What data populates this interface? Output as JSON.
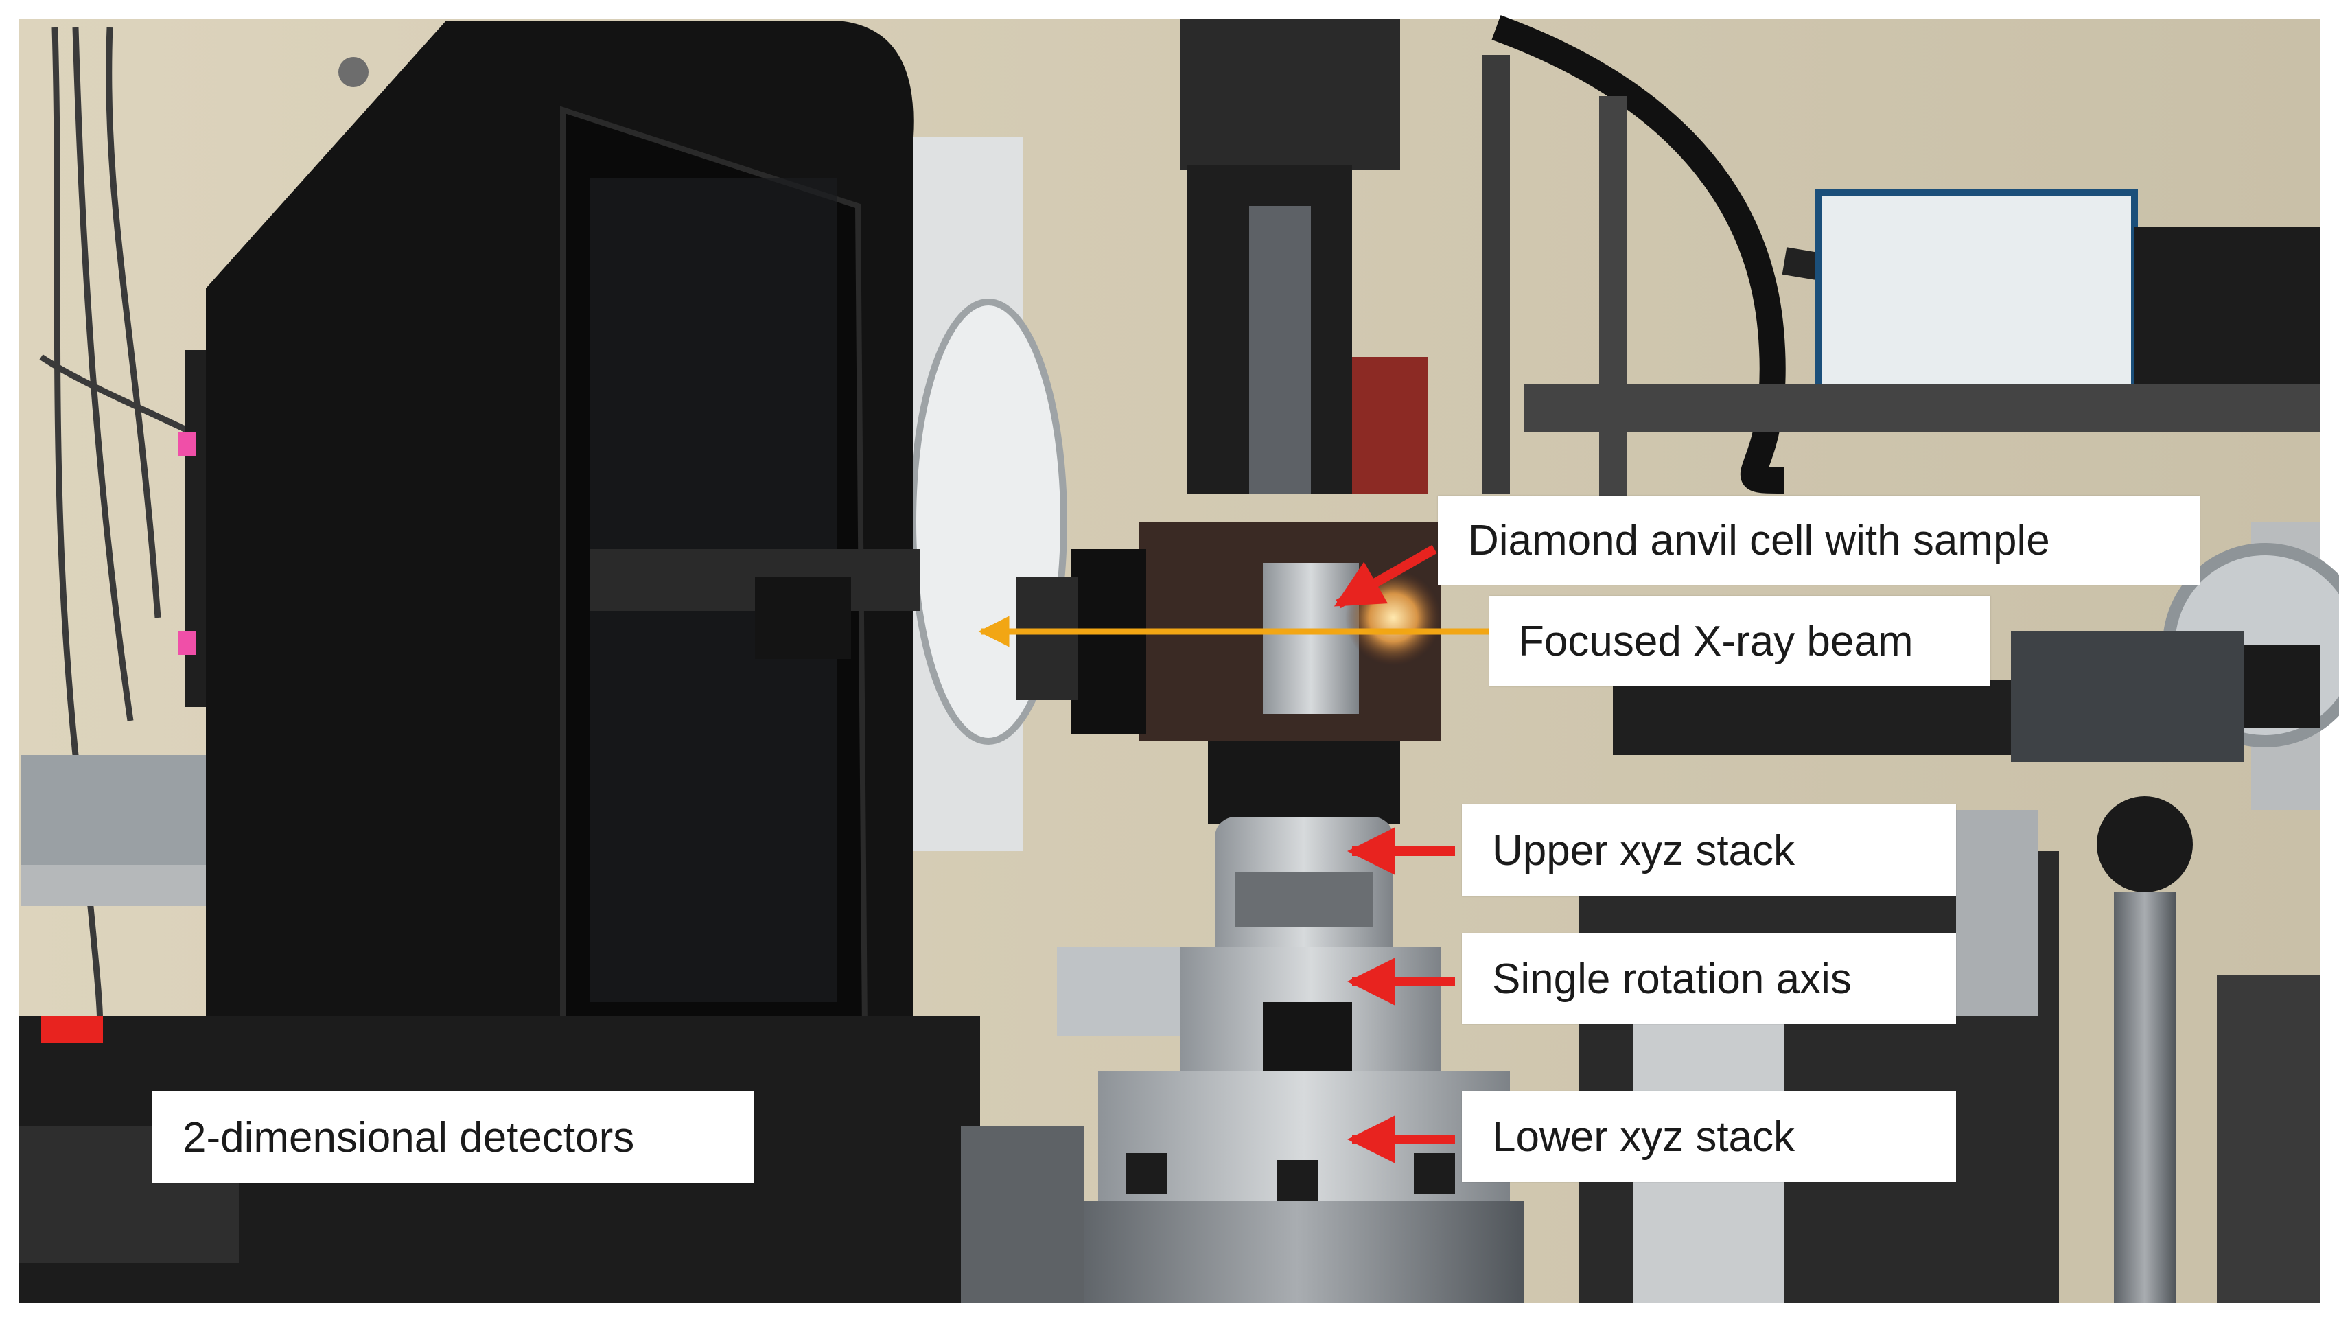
{
  "labels": {
    "diamond_anvil_cell": "Diamond anvil cell with sample",
    "xray_beam": "Focused X-ray beam",
    "upper_stack": "Upper xyz stack",
    "rotation_axis": "Single rotation axis",
    "lower_stack": "Lower xyz stack",
    "detectors": "2-dimensional detectors"
  },
  "colors": {
    "arrow_red": "#e8231f",
    "beam_orange": "#f2a614",
    "frame_black": "#121212",
    "wall": "#d6cdb6"
  }
}
